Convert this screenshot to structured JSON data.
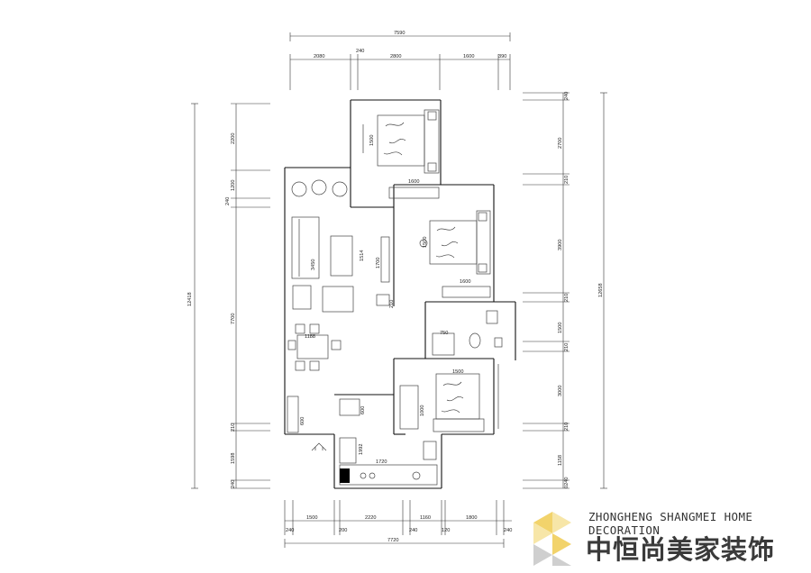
{
  "dimensions": {
    "top_total": "7590",
    "top_segments": [
      "2080",
      "240",
      "2800",
      "1600",
      "390"
    ],
    "bottom_total": "7720",
    "bottom_segments": [
      "1500",
      "2220",
      "1160",
      "1800"
    ],
    "bottom_walls": [
      "240",
      "200",
      "240",
      "120",
      "240"
    ],
    "left_total": "12418",
    "left_segments": [
      "2200",
      "1200",
      "7700",
      "1598"
    ],
    "left_walls": [
      "240",
      "210",
      "240"
    ],
    "right_total": "12658",
    "right_segments": [
      "2700",
      "3900",
      "1500",
      "3000",
      "1158"
    ],
    "right_walls": [
      "240",
      "210",
      "210",
      "210",
      "210",
      "0240"
    ]
  },
  "room_labels": {
    "bedroom1_bed": "1500",
    "wardrobe1": "1600",
    "bedroom2_bed": "1500",
    "wardrobe2": "1600",
    "sofa": "3450",
    "tv_wall": "1514",
    "tv_cabinet": "1700",
    "dining": "1188",
    "bath": "750",
    "bedroom3_bed": "1500",
    "wardrobe3": "1000",
    "kitchen_counter": "1720",
    "kitchen_side": "1992",
    "fridge": "600",
    "cabinet_left": "600",
    "wall_210": "210"
  },
  "colors": {
    "logo_yellow": "#f2d36b",
    "logo_light": "#f7e6a8",
    "logo_gray": "#cfcfcf",
    "text": "#333333"
  },
  "brand": {
    "english": "ZHONGHENG SHANGMEI HOME DECORATION",
    "chinese": "中恒尚美家装饰"
  }
}
